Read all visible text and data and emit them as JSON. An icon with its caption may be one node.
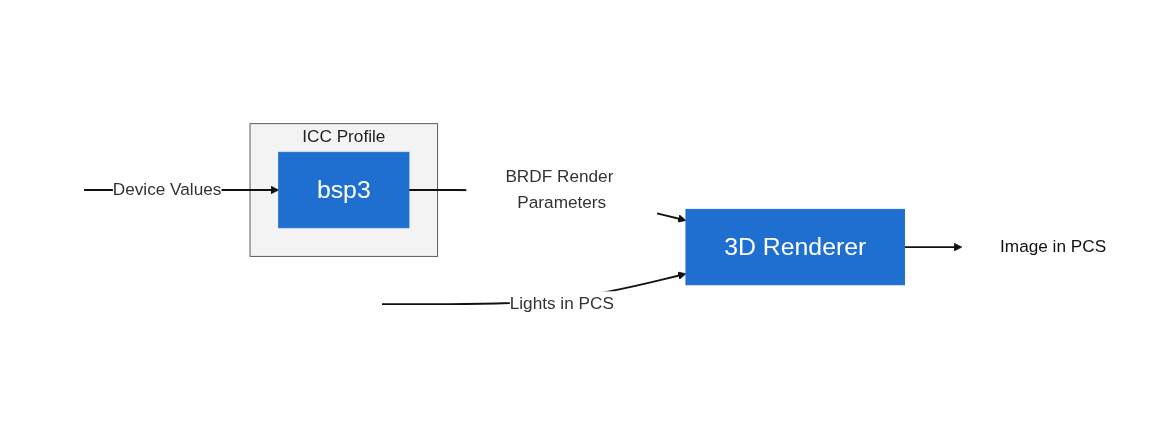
{
  "diagram": {
    "nodes": [
      {
        "text": [
          "ICC Profile"
        ]
      },
      {
        "text": [
          "bsp3"
        ],
        "in": 0
      },
      {
        "text": [
          "3D Renderer"
        ]
      },
      {
        "text": [
          "Image in PCS"
        ]
      }
    ],
    "edges": [
      {
        "from": null,
        "to": 1,
        "arrow": "to",
        "label": "Device Values"
      },
      {
        "from": 1,
        "to": 2,
        "arrow": "to",
        "label": "BRDF Render Parameters"
      },
      {
        "from": 2,
        "to": 3,
        "arrow": "to"
      },
      {
        "from": null,
        "to": 2,
        "arrow": "to",
        "label": "Lights in PCS"
      }
    ]
  }
}
